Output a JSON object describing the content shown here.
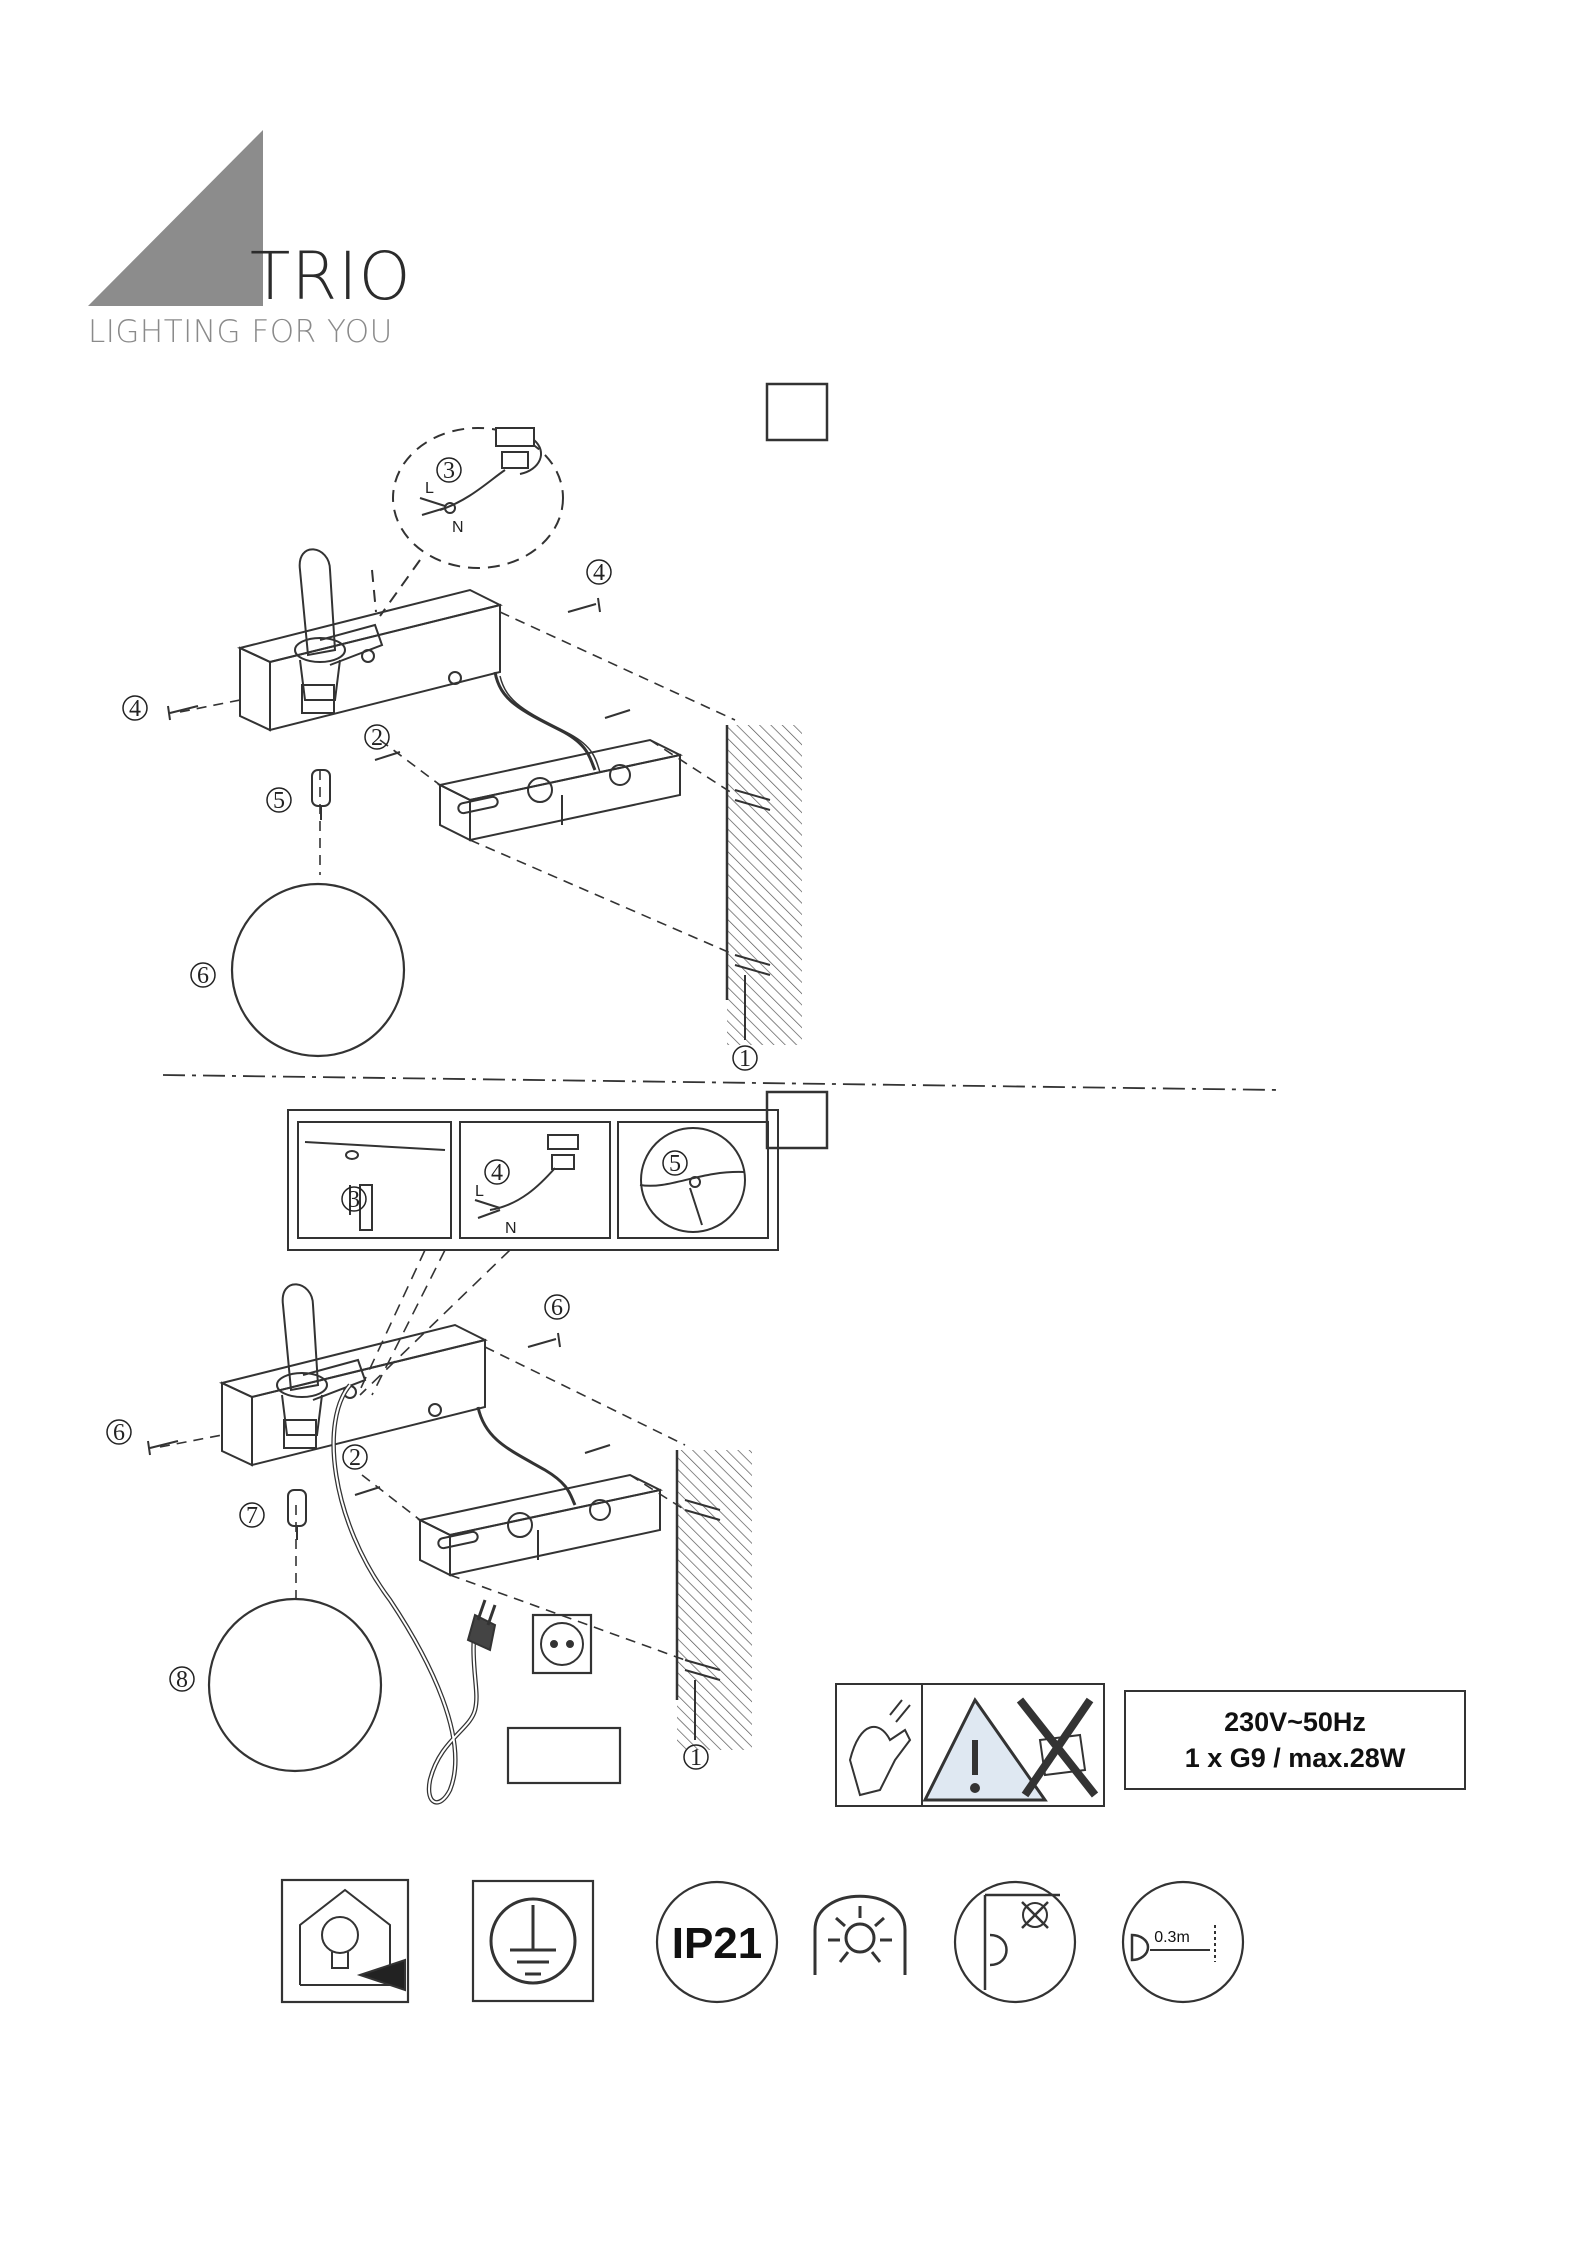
{
  "brand": {
    "name": "TRIO",
    "tagline": "LIGHTING FOR YOU",
    "triangle_color": "#8c8c8c"
  },
  "steps": {
    "n1": "1",
    "n2": "2",
    "n3": "3",
    "n4": "4",
    "n5": "5",
    "n6": "6",
    "n7": "7",
    "n8": "8"
  },
  "wiring": {
    "live": "L",
    "neutral": "N"
  },
  "specs": {
    "line1": "230V~50Hz",
    "line2": "1 x G9 / max.28W"
  },
  "symbols": {
    "ip_rating": "IP21",
    "distance": "0.3m"
  },
  "icons": [
    "indoor-use-icon",
    "earth-ground-icon",
    "ip21-icon",
    "heat-resistant-lamp-icon",
    "no-ceiling-mount-icon",
    "min-distance-icon",
    "disconnect-power-icon",
    "warning-triangle-icon"
  ]
}
